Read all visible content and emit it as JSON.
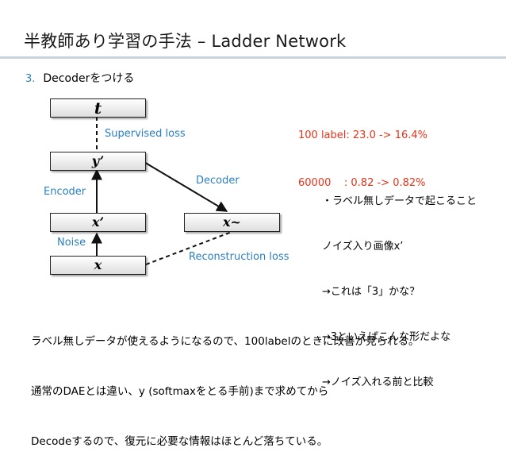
{
  "header": {
    "title": "半教師あり学習の手法 – Ladder Network"
  },
  "section": {
    "number": "3.",
    "text": "Decoderをつける"
  },
  "diagram": {
    "nodes": {
      "t": "t",
      "y": "y’",
      "x_prime": "x’",
      "x_tilde": "x~",
      "x": "x"
    },
    "labels": {
      "supervised_loss": "Supervised loss",
      "encoder": "Encoder",
      "decoder": "Decoder",
      "noise": "Noise",
      "reconstruction_loss": "Reconstruction loss"
    }
  },
  "stats": {
    "line1": "100 label: 23.0 -> 16.4%",
    "line2": "60000    : 0.82 -> 0.82%"
  },
  "notes": {
    "line1": "・ラベル無しデータで起こること",
    "line2": "ノイズ入り画像x’",
    "line3": "→これは「3」かな？",
    "line4": "→3といえばこんな形だよな",
    "line5": "→ノイズ入れる前と比較"
  },
  "summary": {
    "line1": "ラベル無しデータが使えるようになるので、100labelのときに改善が見られる。",
    "line2": "通常のDAEとは違い、y (softmaxをとる手前)まで求めてから",
    "line3": "Decodeするので、復元に必要な情報はほとんど落ちている。"
  },
  "colors": {
    "accent_blue": "#2a7fc0",
    "stats_red": "#e8331a",
    "rule": "#c8d3df"
  }
}
